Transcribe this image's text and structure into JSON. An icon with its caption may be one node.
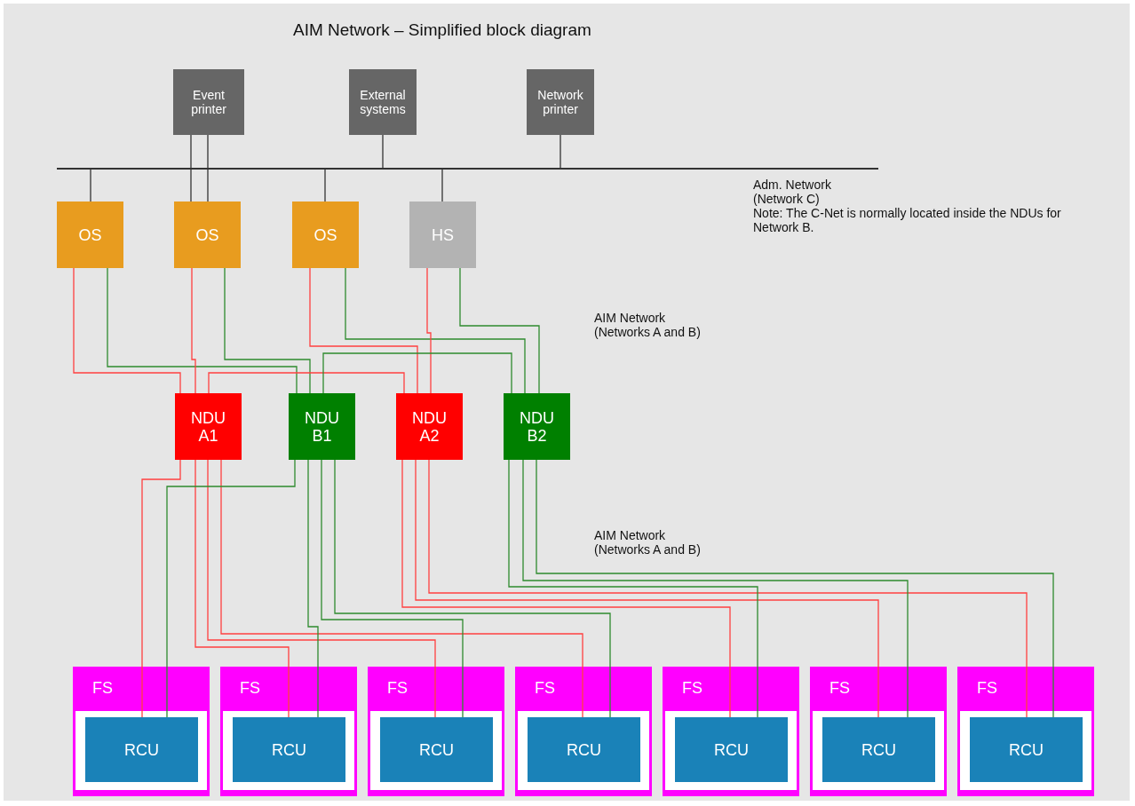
{
  "diagram": {
    "title": "AIM Network – Simplified block diagram",
    "nodes": [
      {
        "text": [
          "Event printer"
        ]
      },
      {
        "text": [
          "External systems"
        ]
      },
      {
        "text": [
          "Network printer"
        ]
      },
      {
        "text": [],
        "shape": "bar",
        "beside": [
          "Adm. Network (Network C)"
        ]
      },
      {
        "text": [
          "OS"
        ]
      },
      {
        "text": [
          "OS"
        ]
      },
      {
        "text": [
          "OS"
        ]
      },
      {
        "text": [
          "HS"
        ]
      },
      {
        "text": [
          "NDU A1"
        ]
      },
      {
        "text": [
          "NDU B1"
        ]
      },
      {
        "text": [
          "NDU A2"
        ]
      },
      {
        "text": [
          "NDU B2"
        ]
      },
      {
        "text": [
          "FS"
        ]
      },
      {
        "text": [
          "RCU"
        ],
        "in": 12
      },
      {
        "text": [
          "FS"
        ]
      },
      {
        "text": [
          "RCU"
        ],
        "in": 14
      },
      {
        "text": [
          "FS"
        ]
      },
      {
        "text": [
          "RCU"
        ],
        "in": 16
      },
      {
        "text": [
          "FS"
        ]
      },
      {
        "text": [
          "RCU"
        ],
        "in": 18
      },
      {
        "text": [
          "FS"
        ]
      },
      {
        "text": [
          "RCU"
        ],
        "in": 20
      },
      {
        "text": [
          "FS"
        ]
      },
      {
        "text": [
          "RCU"
        ],
        "in": 22
      },
      {
        "text": [
          "FS"
        ]
      },
      {
        "text": [
          "RCU"
        ],
        "in": 24
      }
    ],
    "edges": [
      {
        "from": 0,
        "to": 3,
        "arrow": "none",
        "color": "#333333"
      },
      {
        "from": 1,
        "to": 3,
        "arrow": "none",
        "color": "#333333"
      },
      {
        "from": 2,
        "to": 3,
        "arrow": "none",
        "color": "#333333"
      },
      {
        "from": 0,
        "to": 5,
        "arrow": "none",
        "color": "#333333"
      },
      {
        "from": 3,
        "to": 4,
        "arrow": "none",
        "color": "#333333"
      },
      {
        "from": 3,
        "to": 5,
        "arrow": "none",
        "color": "#333333"
      },
      {
        "from": 3,
        "to": 6,
        "arrow": "none",
        "color": "#333333"
      },
      {
        "from": 3,
        "to": 7,
        "arrow": "none",
        "color": "#333333"
      },
      {
        "from": 4,
        "to": 8,
        "arrow": "none",
        "color": "#ff4040"
      },
      {
        "from": 4,
        "to": 9,
        "arrow": "none",
        "color": "#2e8b2e"
      },
      {
        "from": 5,
        "to": 8,
        "arrow": "none",
        "color": "#ff4040"
      },
      {
        "from": 5,
        "to": 9,
        "arrow": "none",
        "color": "#2e8b2e"
      },
      {
        "from": 6,
        "to": 10,
        "arrow": "none",
        "color": "#ff4040"
      },
      {
        "from": 6,
        "to": 11,
        "arrow": "none",
        "color": "#2e8b2e"
      },
      {
        "from": 7,
        "to": 10,
        "arrow": "none",
        "color": "#ff4040"
      },
      {
        "from": 7,
        "to": 11,
        "arrow": "none",
        "color": "#2e8b2e"
      },
      {
        "from": 8,
        "to": 10,
        "arrow": "none",
        "color": "#ff4040"
      },
      {
        "from": 9,
        "to": 11,
        "arrow": "none",
        "color": "#2e8b2e"
      },
      {
        "from": 8,
        "to": 13,
        "arrow": "none",
        "color": "#ff4040"
      },
      {
        "from": 8,
        "to": 15,
        "arrow": "none",
        "color": "#ff4040"
      },
      {
        "from": 8,
        "to": 17,
        "arrow": "none",
        "color": "#ff4040"
      },
      {
        "from": 8,
        "to": 19,
        "arrow": "none",
        "color": "#ff4040"
      },
      {
        "from": 9,
        "to": 13,
        "arrow": "none",
        "color": "#2e8b2e"
      },
      {
        "from": 9,
        "to": 15,
        "arrow": "none",
        "color": "#2e8b2e"
      },
      {
        "from": 9,
        "to": 17,
        "arrow": "none",
        "color": "#2e8b2e"
      },
      {
        "from": 9,
        "to": 19,
        "arrow": "none",
        "color": "#2e8b2e"
      },
      {
        "from": 10,
        "to": 21,
        "arrow": "none",
        "color": "#ff4040"
      },
      {
        "from": 10,
        "to": 23,
        "arrow": "none",
        "color": "#ff4040"
      },
      {
        "from": 10,
        "to": 25,
        "arrow": "none",
        "color": "#ff4040"
      },
      {
        "from": 11,
        "to": 21,
        "arrow": "none",
        "color": "#2e8b2e"
      },
      {
        "from": 11,
        "to": 23,
        "arrow": "none",
        "color": "#2e8b2e"
      },
      {
        "from": 11,
        "to": 25,
        "arrow": "none",
        "color": "#2e8b2e"
      }
    ],
    "labels": [
      "Note: The C-Net is normally located inside the NDUs for Network B.",
      "AIM Network (Networks A and B)",
      "AIM Network (Networks A and B)"
    ]
  }
}
